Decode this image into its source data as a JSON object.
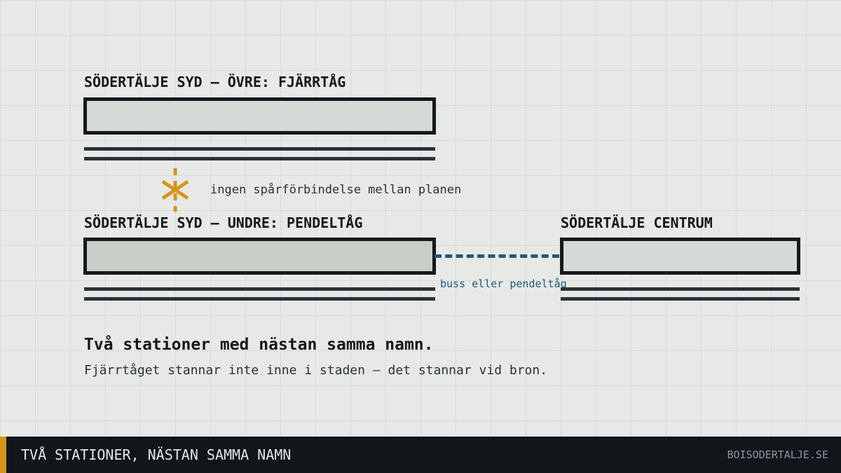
{
  "upper": {
    "label": "SÖDERTÄLJE SYD – ÖVRE: FJÄRRTÅG"
  },
  "break_note": "ingen spårförbindelse mellan planen",
  "lower": {
    "label": "SÖDERTÄLJE SYD – UNDRE: PENDELTÅG"
  },
  "centrum": {
    "label": "SÖDERTÄLJE CENTRUM"
  },
  "link_note": "buss eller pendeltåg",
  "headline": "Två stationer med nästan samma namn.",
  "subline": "Fjärrtåget stannar inte inne i staden – det stannar vid bron.",
  "footer": {
    "title": "TVÅ STATIONER, NÄSTAN SAMMA NAMN",
    "site": "BOISODERTALJE.SE"
  },
  "colors": {
    "background": "#e7e9e6",
    "ink": "#15181c",
    "accent": "#d4961a",
    "link": "#1f5a78",
    "footer": "#12151a"
  },
  "icons": {
    "break": "no-connection-asterisk-icon"
  }
}
